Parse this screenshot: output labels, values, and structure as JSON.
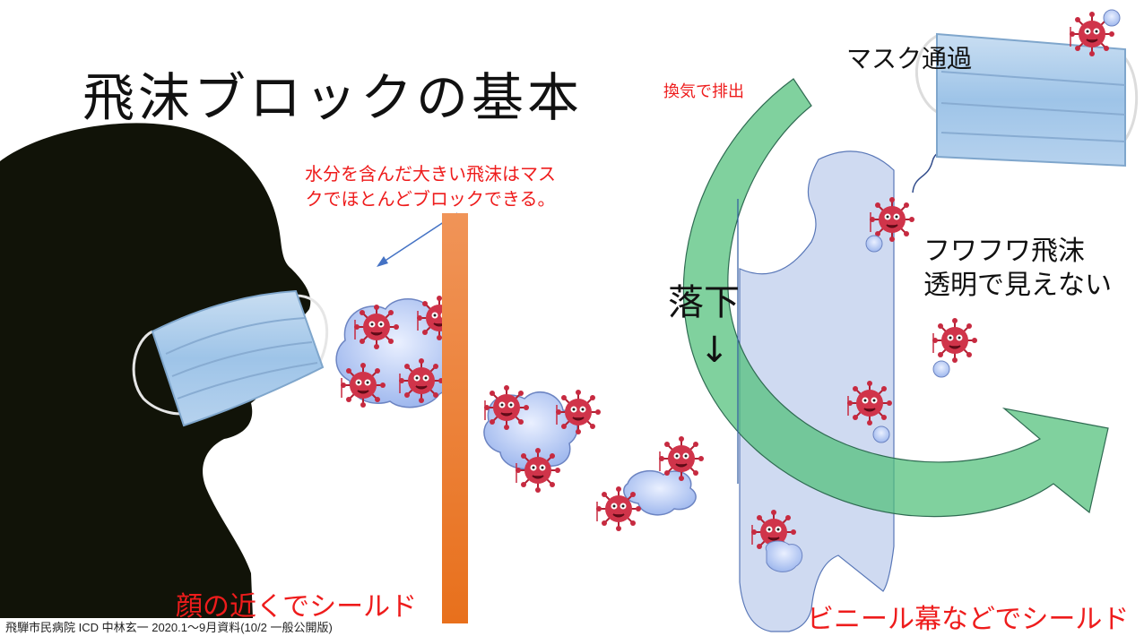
{
  "title": "飛沫ブロックの基本",
  "labels": {
    "large_droplets_note_line1": "水分を含んだ大きい飛沫はマス",
    "large_droplets_note_line2": "クでほとんどブロックできる。",
    "ventilation": "換気で排出",
    "mask_pass": "マスク通過",
    "fluffy_line1": "フワフワ飛沫",
    "fluffy_line2": "透明で見えない",
    "fall": "落下",
    "fall_arrow": "↓",
    "face_shield": "顔の近くでシールド",
    "vinyl_shield": "ビニール幕などでシールド"
  },
  "footer": "飛騨市民病院 ICD 中林玄一 2020.1〜9月資料(10/2 一般公開版)",
  "colors": {
    "red_text": "#ee1c1c",
    "shield_orange": "#ea7a2c",
    "vinyl_blue": "#c7d3ee",
    "ventilation_green": "#4fbf78",
    "virus": "#d0344a",
    "mask_blue": "#a8c8e8",
    "silhouette": "#111308"
  },
  "icons": [
    "head-silhouette",
    "face-mask",
    "virus",
    "droplet-cloud",
    "face-shield",
    "vinyl-curtain",
    "ventilation-arrow"
  ]
}
